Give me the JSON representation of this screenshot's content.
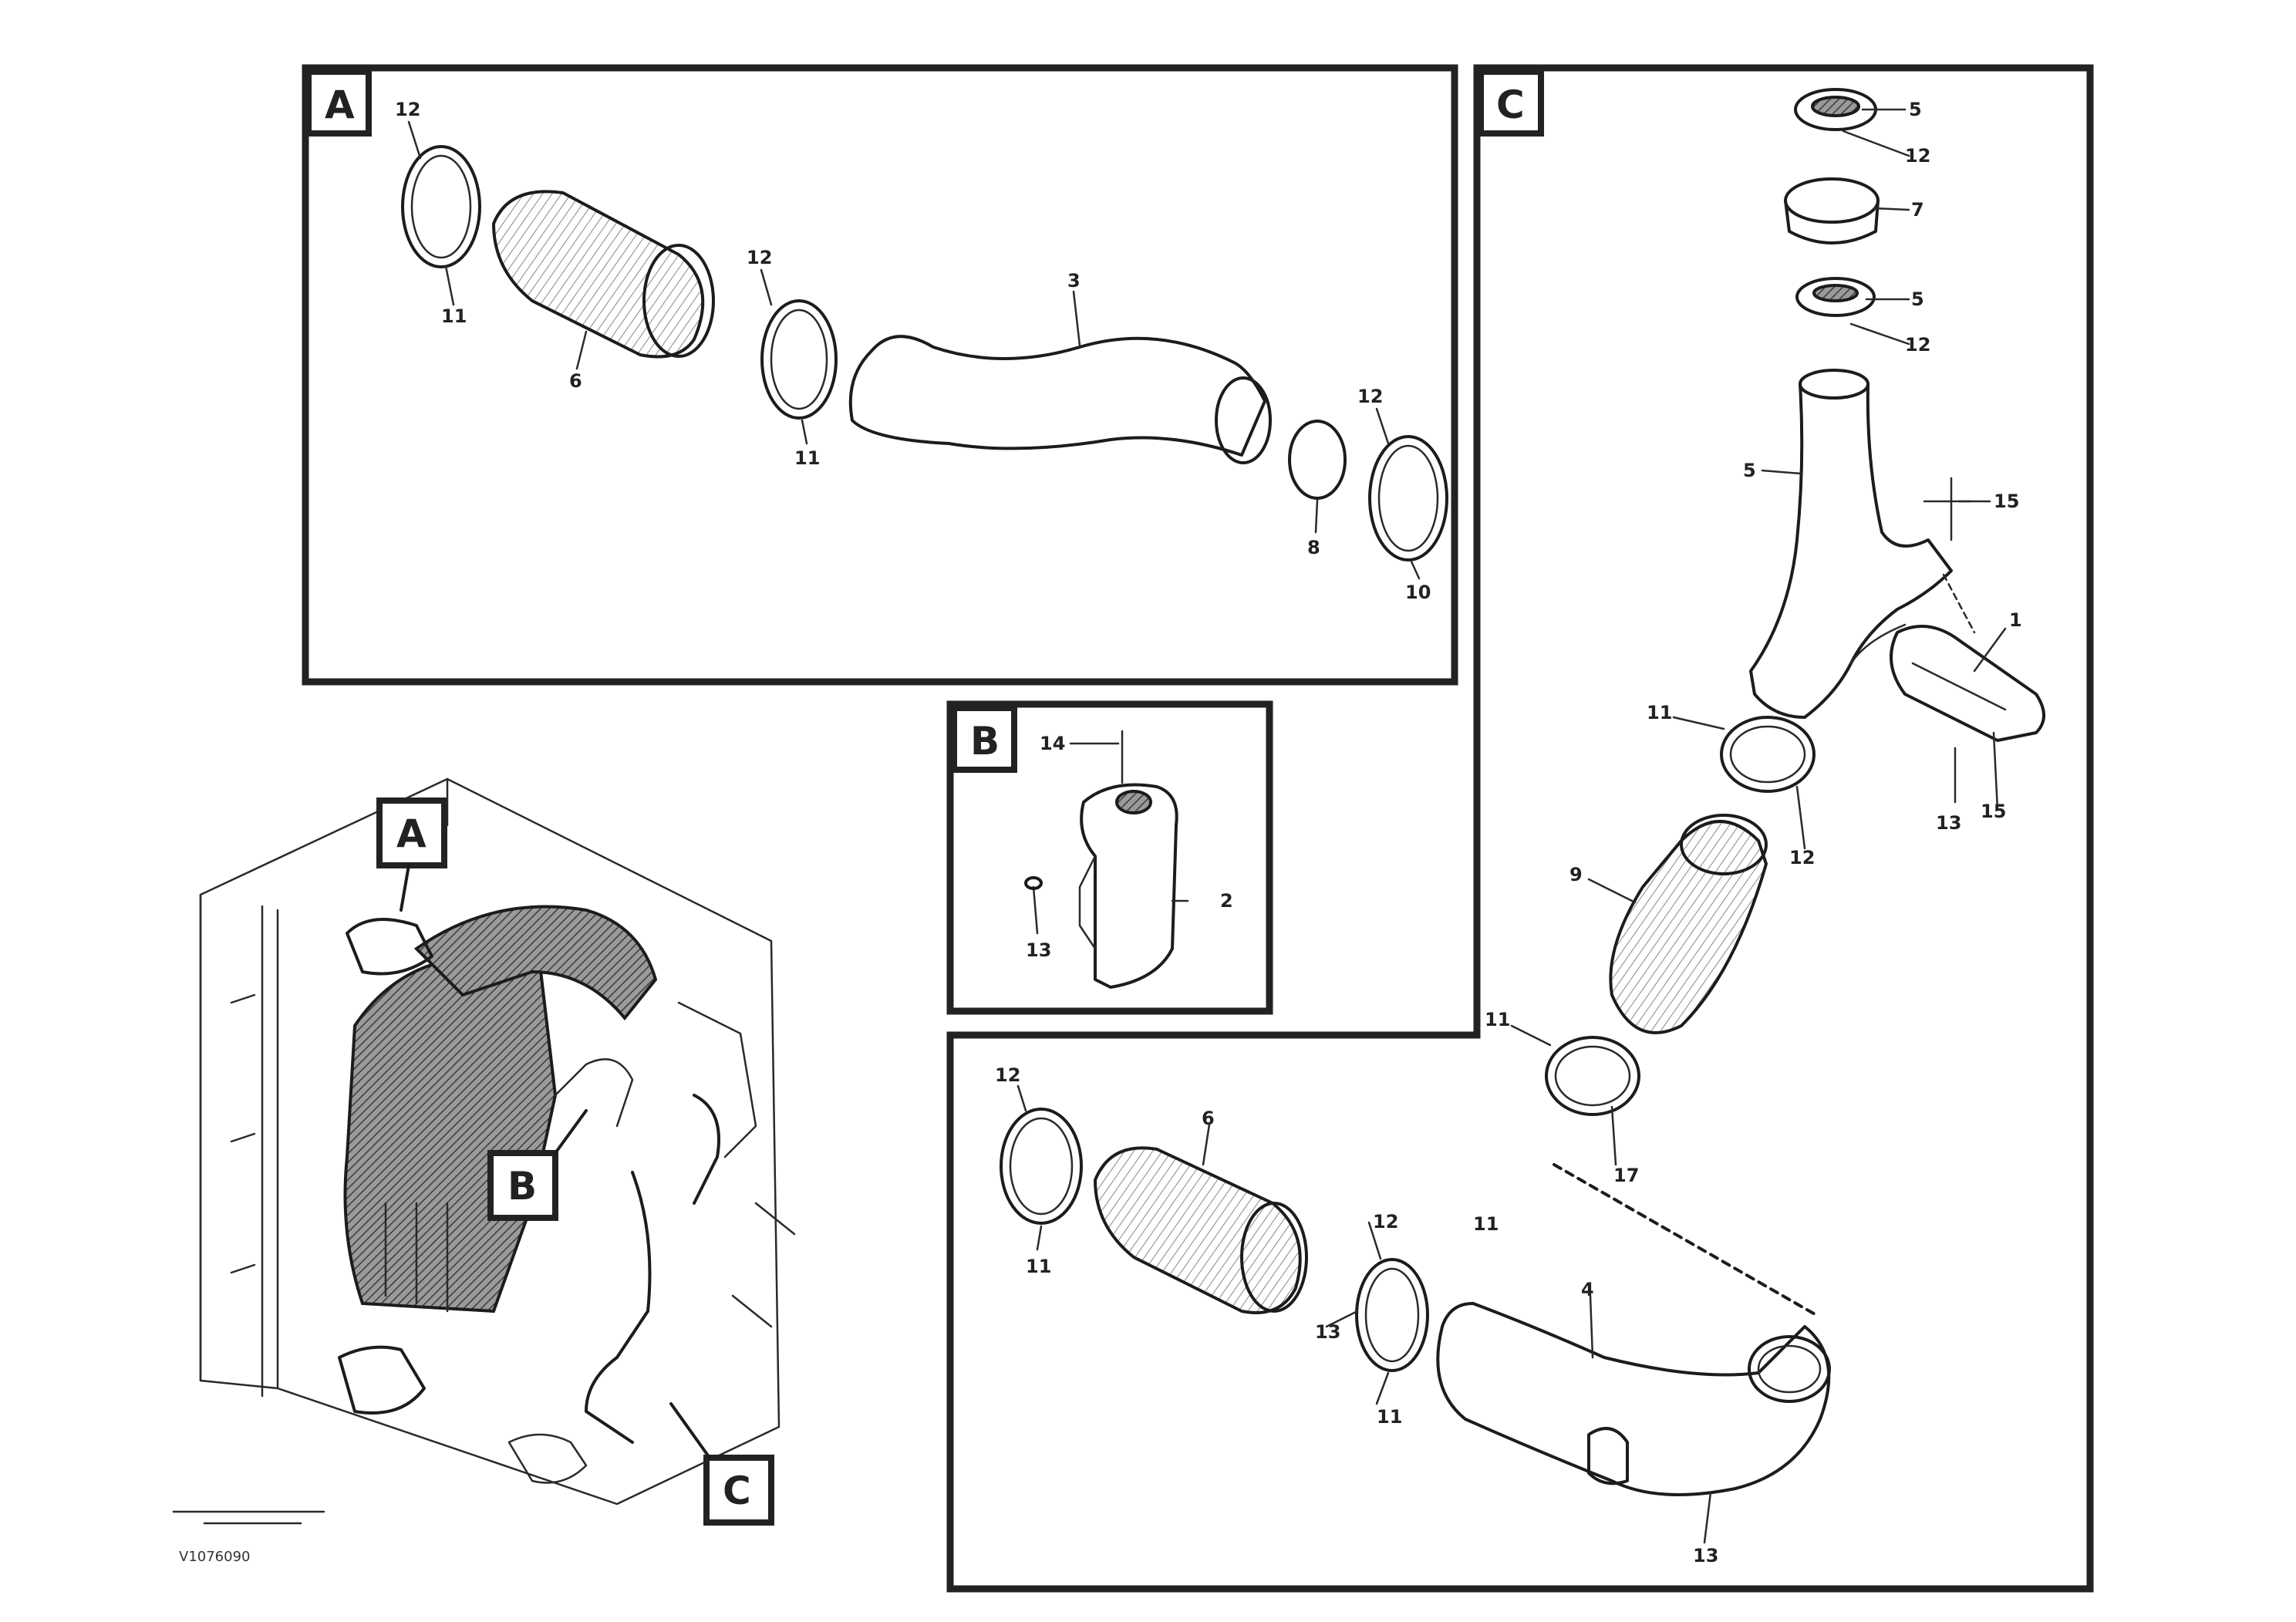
{
  "views": {
    "A": {
      "tag": "A"
    },
    "B": {
      "tag": "B"
    },
    "C": {
      "tag": "C"
    }
  },
  "overview_callouts": {
    "A": "A",
    "B": "B",
    "C": "C"
  },
  "part_labels": {
    "a1": "12",
    "a2": "11",
    "a3": "6",
    "a4": "12",
    "a5": "11",
    "a6": "3",
    "a7": "12",
    "a8": "8",
    "a9": "10",
    "b1": "14",
    "b2": "2",
    "b3": "13",
    "c1": "5",
    "c2": "12",
    "c3": "7",
    "c4": "5",
    "c5": "12",
    "c6": "5",
    "c7": "15",
    "c8": "1",
    "c9": "11",
    "c10": "12",
    "c11": "9",
    "c12": "11",
    "c13": "17",
    "c14": "13",
    "c15": "15",
    "c16": "6",
    "c17": "12",
    "c18": "11",
    "c19": "11",
    "c20": "13",
    "c21": "12",
    "c22": "4",
    "c23": "11",
    "c24": "13"
  },
  "drawing_id": "V1076090"
}
